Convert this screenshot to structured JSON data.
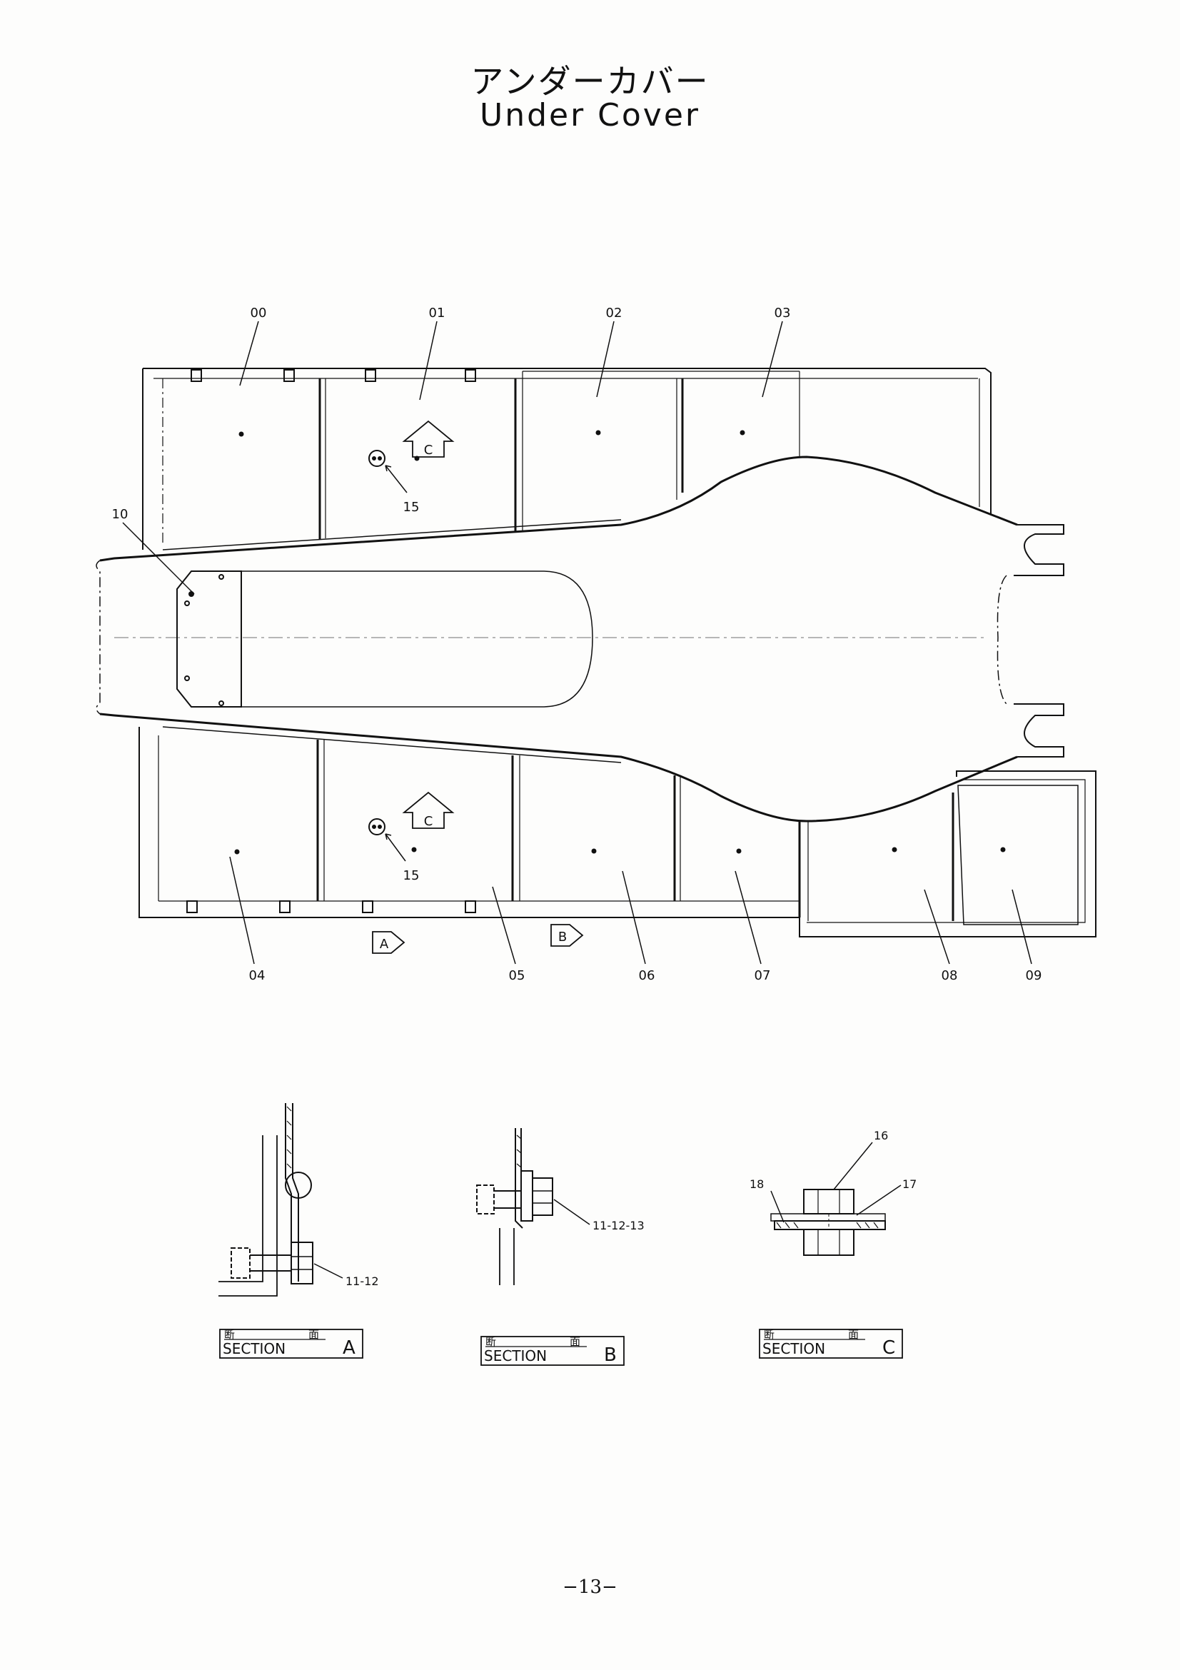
{
  "title_jp": "アンダーカバー",
  "title_en": "Under Cover",
  "page_number": "−13−",
  "parts_top": [
    "00",
    "01",
    "02",
    "03"
  ],
  "parts_bottom": [
    "04",
    "05",
    "06",
    "07",
    "08",
    "09"
  ],
  "part_10": "10",
  "part_15": "15",
  "arrow_a": "A",
  "arrow_b": "B",
  "arrow_c": "C",
  "section_a": {
    "kanji_left": "断",
    "kanji_right": "面",
    "word": "SECTION",
    "letter": "A",
    "callout": "11-12"
  },
  "section_b": {
    "kanji_left": "断",
    "kanji_right": "面",
    "word": "SECTION",
    "letter": "B",
    "callout": "11-12-13"
  },
  "section_c": {
    "kanji_left": "断",
    "kanji_right": "面",
    "word": "SECTION",
    "letter": "C",
    "callouts": [
      "16",
      "17",
      "18"
    ]
  }
}
